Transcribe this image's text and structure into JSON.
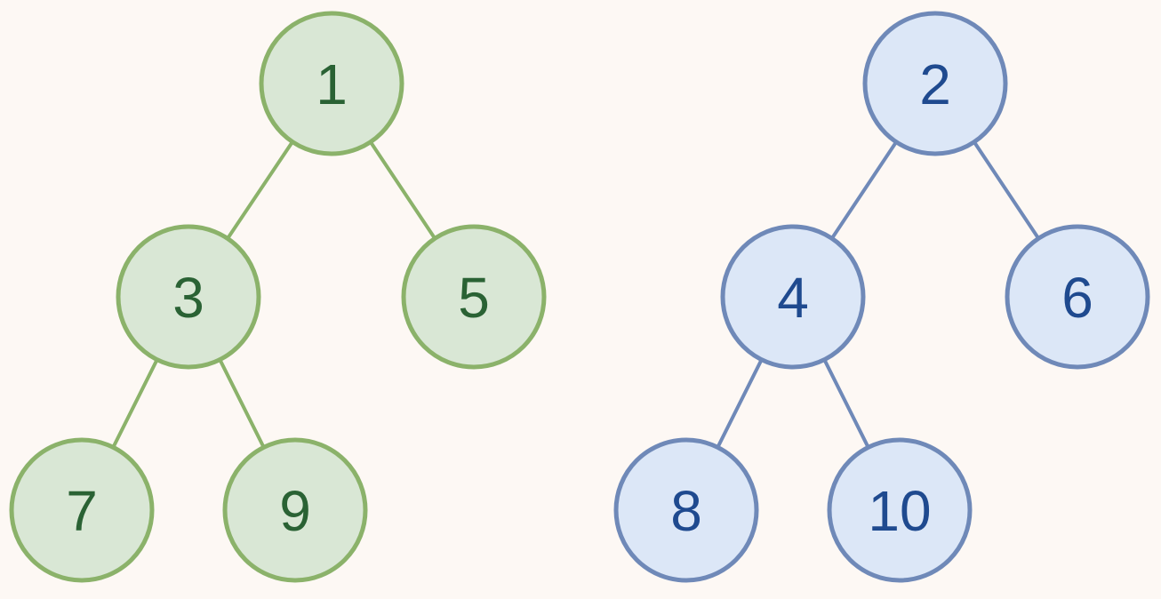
{
  "trees": [
    {
      "id": "green",
      "colors": {
        "fill": "#d9e7d5",
        "stroke": "#8bb26a",
        "text": "#2a6234",
        "edge": "#8bb26a"
      },
      "nodes": [
        {
          "id": "n1",
          "label": "1"
        },
        {
          "id": "n3",
          "label": "3"
        },
        {
          "id": "n5",
          "label": "5"
        },
        {
          "id": "n7",
          "label": "7"
        },
        {
          "id": "n9",
          "label": "9"
        }
      ],
      "edges": [
        {
          "from": "n1",
          "to": "n3"
        },
        {
          "from": "n1",
          "to": "n5"
        },
        {
          "from": "n3",
          "to": "n7"
        },
        {
          "from": "n3",
          "to": "n9"
        }
      ]
    },
    {
      "id": "blue",
      "colors": {
        "fill": "#dce7f7",
        "stroke": "#6f89b8",
        "text": "#1f4a8f",
        "edge": "#6f89b8"
      },
      "nodes": [
        {
          "id": "n2",
          "label": "2"
        },
        {
          "id": "n4",
          "label": "4"
        },
        {
          "id": "n6",
          "label": "6"
        },
        {
          "id": "n8",
          "label": "8"
        },
        {
          "id": "n10",
          "label": "10"
        }
      ],
      "edges": [
        {
          "from": "n2",
          "to": "n4"
        },
        {
          "from": "n2",
          "to": "n6"
        },
        {
          "from": "n4",
          "to": "n8"
        },
        {
          "from": "n4",
          "to": "n10"
        }
      ]
    }
  ]
}
